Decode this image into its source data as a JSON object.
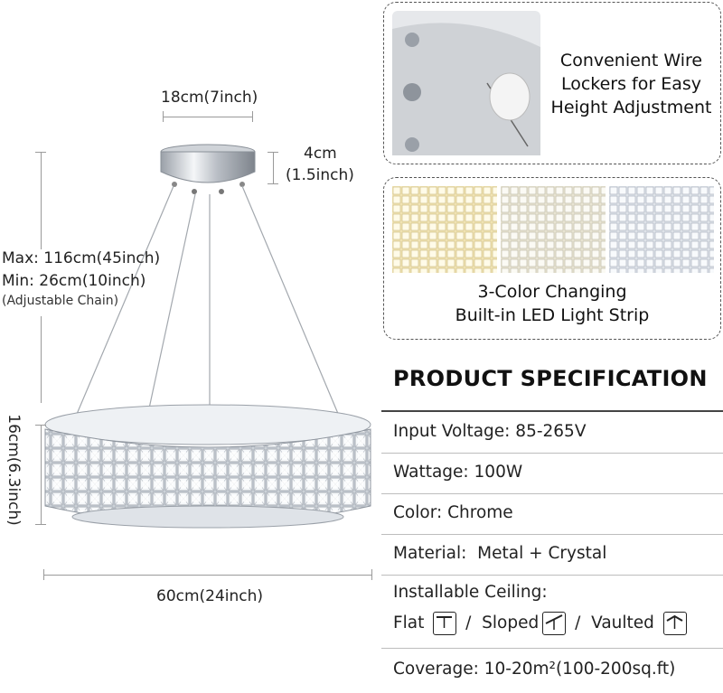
{
  "dimensions": {
    "canopy_width": "18cm(7inch)",
    "canopy_height": "4cm",
    "canopy_height_in": "(1.5inch)",
    "chain_max": "Max: 116cm(45inch)",
    "chain_min": "Min: 26cm(10inch)",
    "chain_note": "(Adjustable Chain)",
    "body_height": "16cm(6.3inch)",
    "body_width": "60cm(24inch)"
  },
  "features": {
    "wire_lockers": [
      "Convenient Wire",
      "Lockers for Easy",
      "Height Adjustment"
    ],
    "led_strip": [
      "3-Color Changing",
      "Built-in LED Light Strip"
    ],
    "color_temps": [
      "warm",
      "neutral",
      "cool"
    ]
  },
  "spec": {
    "title": "PRODUCT SPECIFICATION",
    "rows": [
      {
        "label": "Input Voltage:",
        "value": " 85-265V"
      },
      {
        "label": "Wattage:",
        "value": " 100W"
      },
      {
        "label": "Color:",
        "value": " Chrome"
      },
      {
        "label": "Material:",
        "value": "  Metal + Crystal"
      },
      {
        "label": "Installable Ceiling:",
        "value": ""
      }
    ],
    "ceilings": [
      {
        "label": "Flat",
        "icon": "flat-ceiling-icon"
      },
      {
        "label": "Sloped",
        "icon": "sloped-ceiling-icon"
      },
      {
        "label": "Vaulted",
        "icon": "vaulted-ceiling-icon"
      }
    ],
    "slash": "/",
    "coverage_label": "Coverage:",
    "coverage_value": " 10-20m²(100-200sq.ft)"
  },
  "colors": {
    "chrome": "#c9ccd1",
    "warm": "#f3e6b8",
    "neutral": "#ece8d8",
    "cool": "#e4e8ee"
  }
}
